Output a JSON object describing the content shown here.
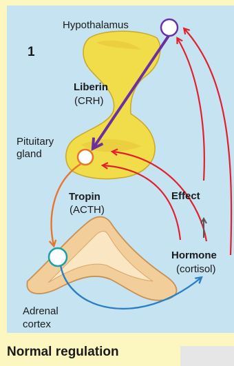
{
  "panel_number": "1",
  "labels": {
    "hypothalamus": "Hypothalamus",
    "liberin": "Liberin",
    "liberin_sub": "(CRH)",
    "pituitary_line1": "Pituitary",
    "pituitary_line2": "gland",
    "tropin": "Tropin",
    "tropin_sub": "(ACTH)",
    "effect": "Effect",
    "hormone": "Hormone",
    "hormone_sub": "(cortisol)",
    "adrenal_line1": "Adrenal",
    "adrenal_line2": "cortex"
  },
  "caption": "Normal regulation",
  "colors": {
    "background": "#fcf7c0",
    "panel": "#c6e3f2",
    "liberin_arrow": "#6a2fa0",
    "feedback_arrow": "#e0202c",
    "tropin_arrow": "#e8762a",
    "hormone_arrow": "#2a7fc4",
    "effect_arrow": "#555555"
  }
}
